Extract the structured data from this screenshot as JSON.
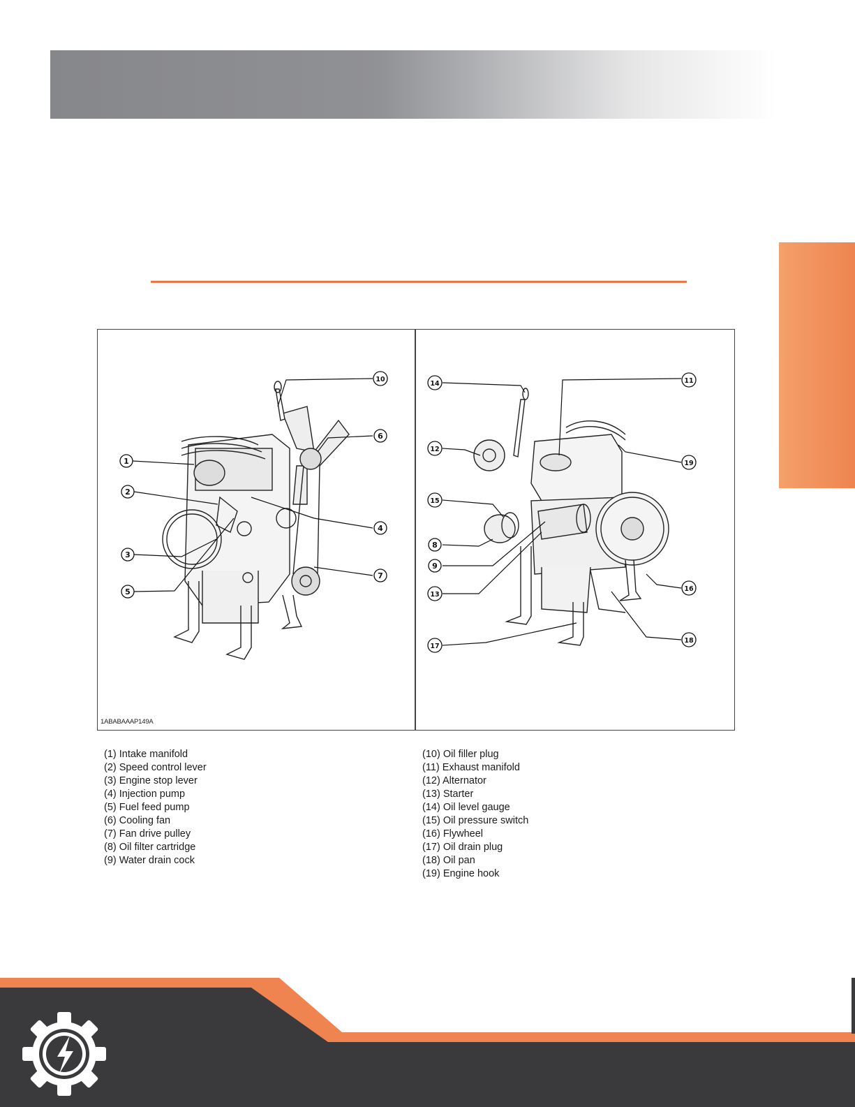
{
  "figure": {
    "code": "1ABABAAAP149A",
    "callouts_left": [
      "1",
      "2",
      "3",
      "4",
      "5",
      "6",
      "7",
      "10"
    ],
    "callouts_right": [
      "8",
      "9",
      "11",
      "12",
      "13",
      "14",
      "15",
      "16",
      "17",
      "18",
      "19"
    ]
  },
  "legend_left": [
    "(1) Intake manifold",
    "(2) Speed control lever",
    "(3) Engine stop lever",
    "(4) Injection pump",
    "(5) Fuel feed pump",
    "(6) Cooling fan",
    "(7) Fan drive pulley",
    "(8) Oil filter cartridge",
    "(9) Water drain cock"
  ],
  "legend_right": [
    "(10) Oil filler plug",
    "(11) Exhaust manifold",
    "(12) Alternator",
    "(13) Starter",
    "(14) Oil level gauge",
    "(15) Oil pressure switch",
    "(16) Flywheel",
    "(17) Oil drain plug",
    "(18) Oil pan",
    "(19) Engine hook"
  ],
  "colors": {
    "accent": "#e8774c",
    "footer_dark": "#3a3a3d",
    "header_gray": "#8e8f93"
  },
  "icons": {
    "logo": "gear-lightning-icon"
  }
}
